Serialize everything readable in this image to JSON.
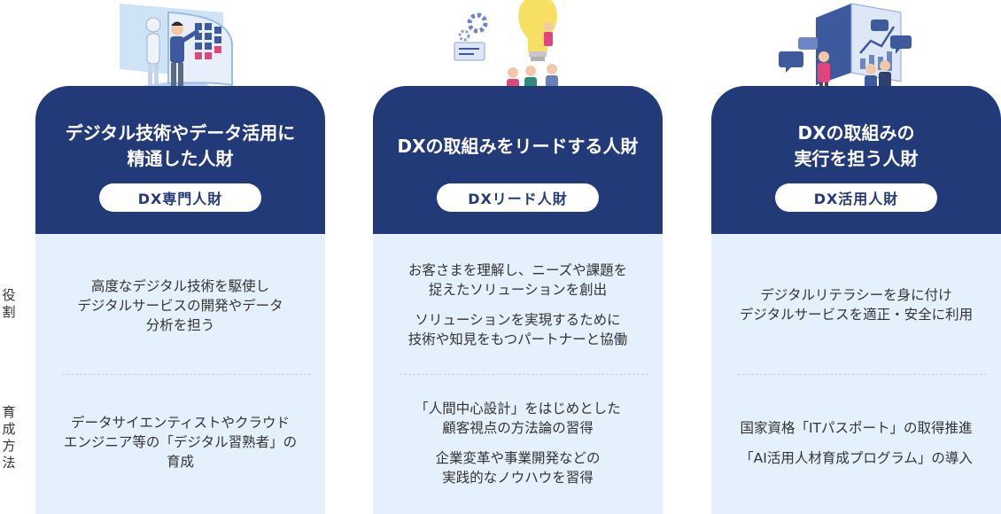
{
  "row_labels": {
    "role": [
      "役",
      "割"
    ],
    "method": [
      "育",
      "成",
      "方",
      "法"
    ]
  },
  "columns": [
    {
      "title_lines": [
        "デジタル技術やデータ活用に",
        "精通した人財"
      ],
      "badge": "DX専門人財",
      "role_paragraphs": [
        [
          "高度なデジタル技術を駆使し",
          "デジタルサービスの開発やデータ",
          "分析を担う"
        ]
      ],
      "method_paragraphs": [
        [
          "データサイエンティストやクラウド",
          "エンジニア等の「デジタル習熟者」の",
          "育成"
        ]
      ]
    },
    {
      "title_lines": [
        "DXの取組みをリードする人財"
      ],
      "badge": "DXリード人財",
      "role_paragraphs": [
        [
          "お客さまを理解し、ニーズや課題を",
          "捉えたソリューションを創出"
        ],
        [
          "ソリューションを実現するために",
          "技術や知見をもつパートナーと協働"
        ]
      ],
      "method_paragraphs": [
        [
          "「人間中心設計」をはじめとした",
          "顧客視点の方法論の習得"
        ],
        [
          "企業変革や事業開発などの",
          "実践的なノウハウを習得"
        ]
      ]
    },
    {
      "title_lines": [
        "DXの取組みの",
        "実行を担う人財"
      ],
      "badge": "DX活用人財",
      "role_paragraphs": [
        [
          "デジタルリテラシーを身に付け",
          "デジタルサービスを適正・安全に利用"
        ]
      ],
      "method_paragraphs": [
        [
          "国家資格「ITパスポート」の取得推進"
        ],
        [
          "「AI活用人材育成プログラム」の導入"
        ]
      ]
    }
  ],
  "colors": {
    "header": "#233a78",
    "body_bg": "#e4f0fb",
    "badge_bg": "#ffffff"
  }
}
